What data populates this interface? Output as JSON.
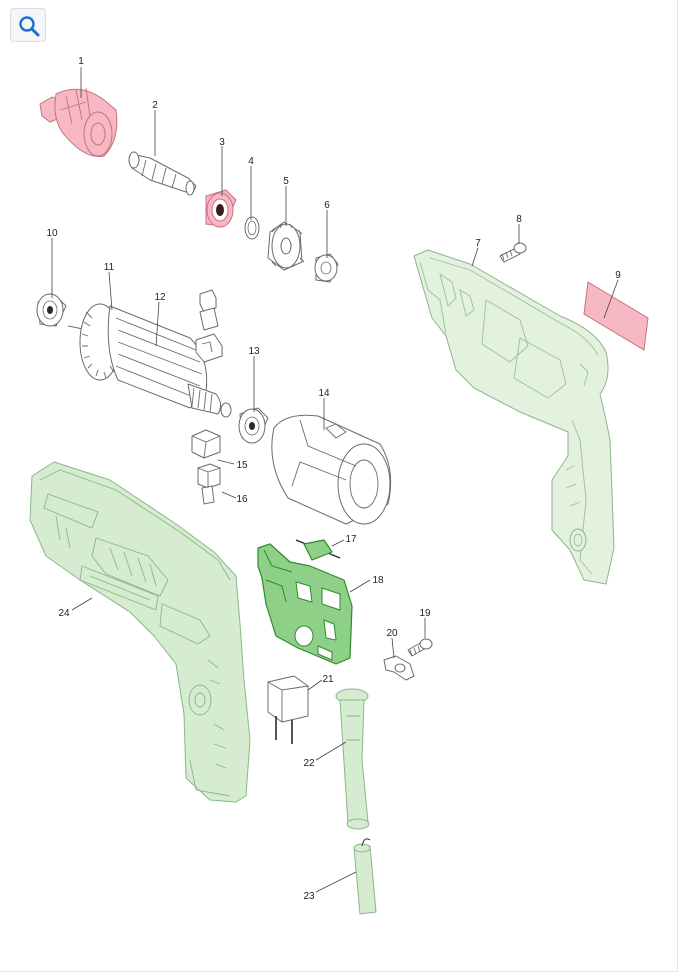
{
  "toolbar": {
    "zoom_icon": "magnifier-icon"
  },
  "diagram": {
    "accent_pink": "#f6b9c4",
    "accent_light_green": "#d5ecd0",
    "accent_dark_green": "#8ed087",
    "callouts": [
      "1",
      "2",
      "3",
      "4",
      "5",
      "6",
      "7",
      "8",
      "9",
      "10",
      "11",
      "12",
      "13",
      "14",
      "15",
      "16",
      "17",
      "18",
      "19",
      "20",
      "21",
      "22",
      "23",
      "24"
    ]
  }
}
